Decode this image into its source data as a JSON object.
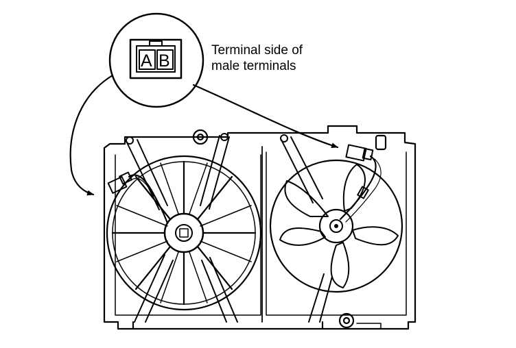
{
  "connector": {
    "terminal_a": "A",
    "terminal_b": "B"
  },
  "caption": {
    "line1": "Terminal side of",
    "line2": "male terminals"
  }
}
